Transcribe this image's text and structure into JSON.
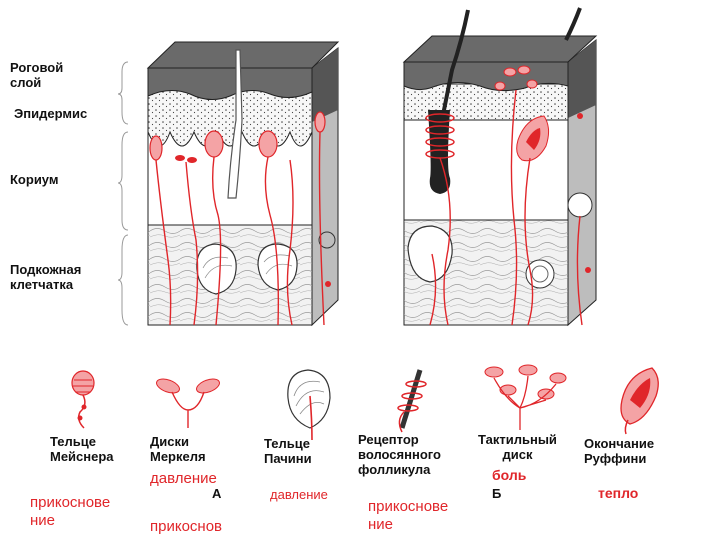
{
  "layers": {
    "stratum_corneum": "Роговой\nслой",
    "epidermis": "Эпидермис",
    "corium": "Кориум",
    "subcutaneous": "Подкожная\nклетчатка"
  },
  "receptors": [
    {
      "name": "Тельце\nМейснера"
    },
    {
      "name": "Диски\nМеркеля"
    },
    {
      "name": "Тельце\nПачини"
    },
    {
      "name": "Рецептор\nволосянного\nфолликула"
    },
    {
      "name": "Тактильный\nдиск"
    },
    {
      "name": "Окончание\nРуффини"
    }
  ],
  "annotations": {
    "touch_1": "прикоснове\nние",
    "pressure_1": "давление",
    "letter_a": "А",
    "touch_2": "прикоснов",
    "pressure_2": "давление",
    "touch_3": "прикоснове\nние",
    "pain": "боль",
    "letter_b": "Б",
    "heat": "тепло"
  },
  "colors": {
    "nerve": "#e0262a",
    "skin_dark": "#555555",
    "corium_fill": "#ffffff",
    "subcut_fill": "#f2f2f2"
  }
}
